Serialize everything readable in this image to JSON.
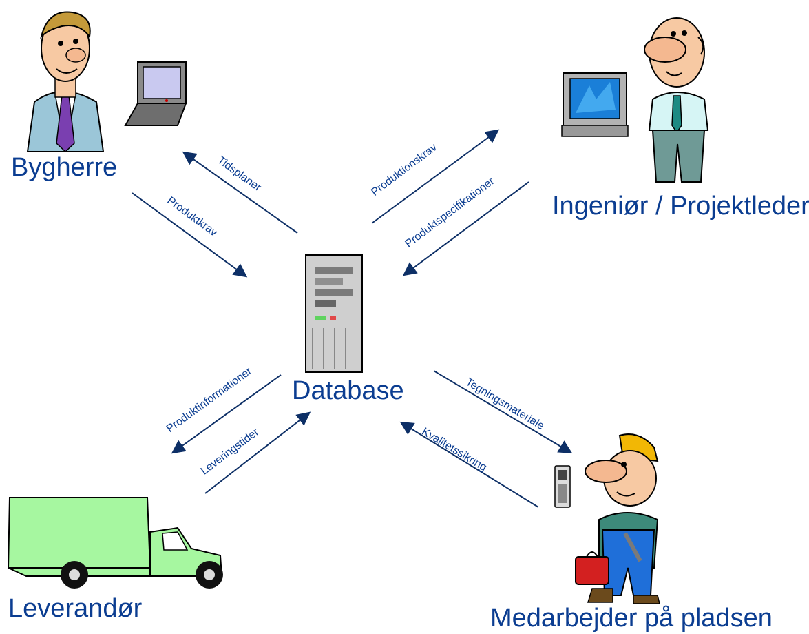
{
  "nodes": {
    "bygherre": "Bygherre",
    "ingenior": "Ingeniør / Projektleder",
    "database": "Database",
    "leverandor": "Leverandør",
    "medarbejder": "Medarbejder på pladsen"
  },
  "edges": {
    "tidsplaner": "Tidsplaner",
    "produktkrav": "Produktkrav",
    "produktionskrav": "Produktionskrav",
    "produktspecifikationer": "Produktspecifikationer",
    "produktinformationer": "Produktinformationer",
    "leveringstider": "Leveringstider",
    "tegningsmateriale": "Tegningsmateriale",
    "kvalitetssikring": "Kvalitetssikring"
  },
  "colors": {
    "text": "#0b3d91",
    "arrow": "#0d2f66",
    "truck": "#a6f7a0"
  },
  "icons": [
    "businessman-clipart",
    "laptop-icon",
    "engineer-clipart",
    "desktop-computer-icon",
    "server-tower-icon",
    "truck-icon",
    "construction-worker-clipart",
    "handheld-device-icon"
  ]
}
